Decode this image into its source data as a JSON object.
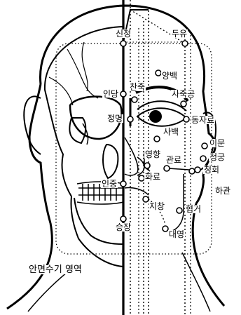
{
  "diagram": {
    "points": {
      "sinjeong": "신정",
      "duyu": "두유",
      "yangbaek": "양백",
      "indang": "인당",
      "chanjuk": "찬죽",
      "sajukgong": "사죽공",
      "jeongmyeong": "정명",
      "dongjaryo": "동자료",
      "sabaek": "사백",
      "imun": "이문",
      "cheonggung": "청궁",
      "cheonghoe": "청회",
      "yeonghyang": "영향",
      "hwaryo": "화료",
      "gwanryo": "관료",
      "injung": "인중",
      "hagwan": "하관",
      "jichang": "지창",
      "hyeopgeo": "협거",
      "daeyeong": "대영",
      "seungjang": "승장"
    },
    "region_label": "안면수기 영역"
  }
}
